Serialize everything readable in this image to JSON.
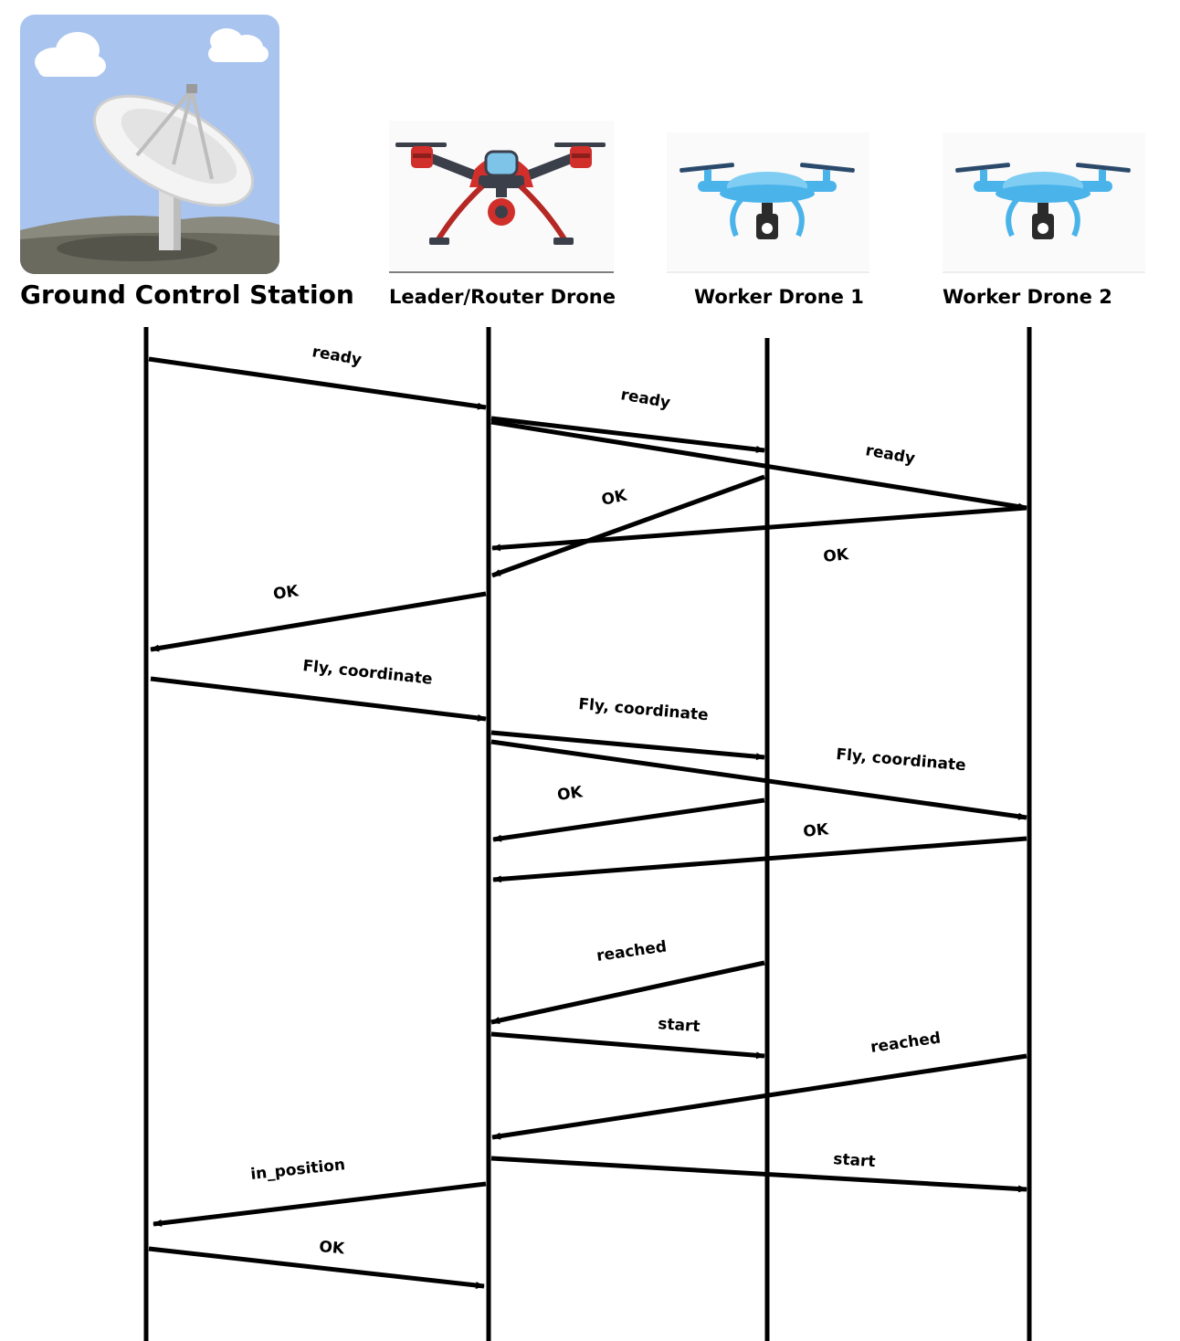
{
  "diagram": {
    "actors": [
      {
        "id": "gcs",
        "label": "Ground Control Station",
        "icon": "satellite-dish-icon"
      },
      {
        "id": "leader",
        "label": "Leader/Router Drone",
        "icon": "leader-drone-icon"
      },
      {
        "id": "w1",
        "label": "Worker Drone 1",
        "icon": "worker-drone-icon"
      },
      {
        "id": "w2",
        "label": "Worker Drone 2",
        "icon": "worker-drone-icon"
      }
    ],
    "colors": {
      "sky": "#a9c4ee",
      "ground": "#6b6a5f",
      "leader_drone": "#d12f2b",
      "worker_drone": "#4ab4ea",
      "line": "#000000"
    },
    "messages": [
      {
        "from": "gcs",
        "to": "leader",
        "label": "ready"
      },
      {
        "from": "leader",
        "to": "w1",
        "label": "ready"
      },
      {
        "from": "leader",
        "to": "w2",
        "label": "ready"
      },
      {
        "from": "w1",
        "to": "leader",
        "label": "OK"
      },
      {
        "from": "w2",
        "to": "leader",
        "label": "OK"
      },
      {
        "from": "leader",
        "to": "gcs",
        "label": "OK"
      },
      {
        "from": "gcs",
        "to": "leader",
        "label": "Fly, coordinate"
      },
      {
        "from": "leader",
        "to": "w1",
        "label": "Fly, coordinate"
      },
      {
        "from": "leader",
        "to": "w2",
        "label": "Fly, coordinate"
      },
      {
        "from": "w1",
        "to": "leader",
        "label": "OK"
      },
      {
        "from": "w2",
        "to": "leader",
        "label": "OK"
      },
      {
        "from": "w1",
        "to": "leader",
        "label": "reached"
      },
      {
        "from": "leader",
        "to": "w1",
        "label": "start"
      },
      {
        "from": "w2",
        "to": "leader",
        "label": "reached"
      },
      {
        "from": "leader",
        "to": "w2",
        "label": "start"
      },
      {
        "from": "leader",
        "to": "gcs",
        "label": "in_position"
      },
      {
        "from": "gcs",
        "to": "leader",
        "label": "OK"
      }
    ]
  }
}
